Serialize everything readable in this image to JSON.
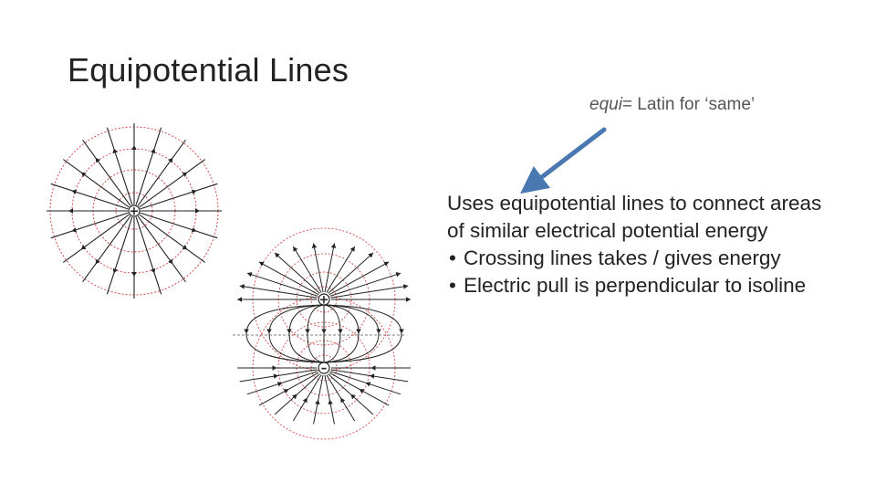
{
  "slide": {
    "title": "Equipotential Lines",
    "note": {
      "emphasis": "equi",
      "rest": "= Latin for ‘same’"
    },
    "lead": "Uses equipotential lines to connect areas of similar electrical potential energy",
    "bullets": [
      "Crossing lines takes / gives energy",
      "Electric pull is perpendicular to isoline"
    ]
  },
  "diagrams": {
    "single_charge": {
      "sign": "+"
    },
    "dipole": {
      "top_sign": "+",
      "bottom_sign": "–"
    }
  },
  "colors": {
    "field_line": "#222222",
    "equipotential": "#d44a4a",
    "arrow": "#4a78b0"
  }
}
